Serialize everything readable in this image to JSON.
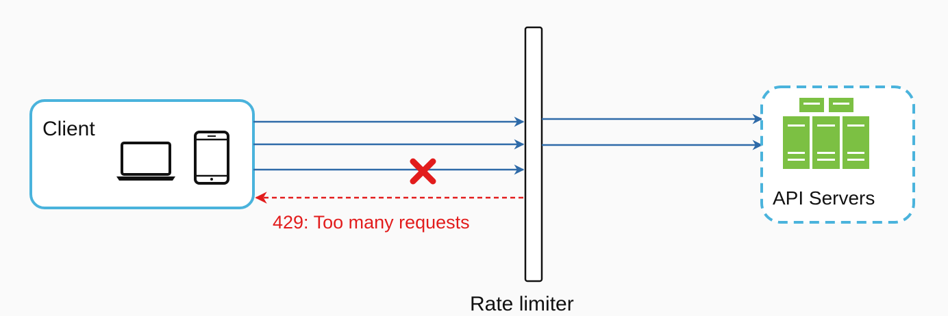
{
  "client": {
    "label": "Client"
  },
  "servers": {
    "label": "API Servers"
  },
  "rate_limiter": {
    "label": "Rate limiter"
  },
  "error": {
    "label": "429: Too many requests"
  },
  "colors": {
    "client_border": "#4ab3dc",
    "server_border": "#4ab3dc",
    "arrow": "#2e6aa8",
    "error": "#e21c1c",
    "server_fill": "#7cc043",
    "server_dark": "#5aa02c"
  },
  "icons": [
    "laptop-icon",
    "tablet-icon",
    "server-rack-icon",
    "cross-icon"
  ]
}
